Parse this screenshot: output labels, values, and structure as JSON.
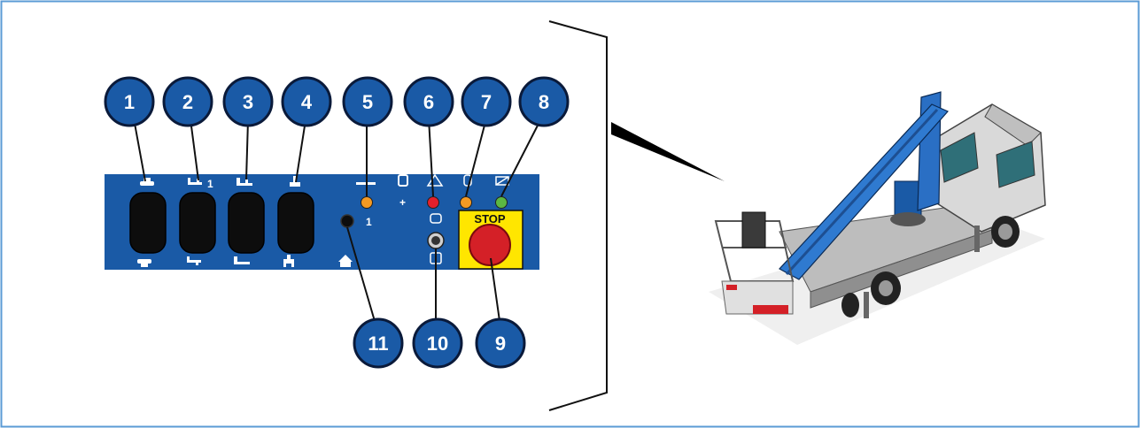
{
  "callouts": [
    {
      "label": "1",
      "target": "Control lever 1"
    },
    {
      "label": "2",
      "target": "Control lever 2"
    },
    {
      "label": "3",
      "target": "Control lever 3"
    },
    {
      "label": "4",
      "target": "Control lever 4"
    },
    {
      "label": "5",
      "target": "Orange indicator light"
    },
    {
      "label": "6",
      "target": "Red indicator light"
    },
    {
      "label": "7",
      "target": "Orange indicator light"
    },
    {
      "label": "8",
      "target": "Green indicator light"
    },
    {
      "label": "9",
      "target": "Emergency stop button"
    },
    {
      "label": "10",
      "target": "Selector key switch"
    },
    {
      "label": "11",
      "target": "Socket"
    }
  ],
  "panel": {
    "lever2_suffix": "1",
    "light_cluster_sign": "+",
    "socket_label": "1",
    "stop_label": "STOP"
  },
  "colors": {
    "callout_fill": "#1a5aa6",
    "callout_stroke": "#0a1a3a",
    "panel_fill": "#1a5aa6",
    "frame_border": "#5b9bd5",
    "light_orange": "#f59a23",
    "light_red": "#e4202b",
    "light_green": "#5cb842",
    "stop_yellow": "#ffe600",
    "stop_red": "#d42027"
  },
  "icons": [
    "platform-rotation-icon",
    "jib-extension-icon",
    "boom-lift-icon",
    "turret-rotation-icon",
    "home-icon",
    "key-icon",
    "overload-icon",
    "tilt-icon",
    "truck-icon"
  ]
}
